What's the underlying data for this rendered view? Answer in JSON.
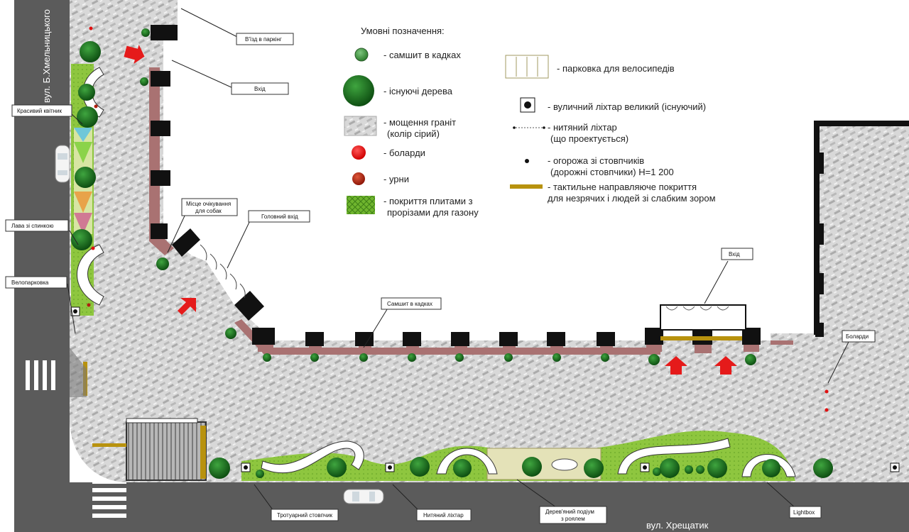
{
  "streets": {
    "left": "вул. Б.Хмельницького",
    "bottom": "вул. Хрещатик"
  },
  "legend": {
    "title": "Умовні позначення:",
    "items": [
      {
        "symbol": "boxwood",
        "label": "- самшит в кадках"
      },
      {
        "symbol": "tree",
        "label": "- існуючі дерева"
      },
      {
        "symbol": "granite",
        "label": "- мощення граніт",
        "label2": "(колір сірий)"
      },
      {
        "symbol": "bollard",
        "label": "- боларди"
      },
      {
        "symbol": "urn",
        "label": "- урни"
      },
      {
        "symbol": "grass-tiles",
        "label": "- покриття плитами з",
        "label2": "прорізами для газону"
      },
      {
        "symbol": "bike-parking",
        "label": "- парковка для велосипедів"
      },
      {
        "symbol": "street-lamp",
        "label": "- вуличний ліхтар великий (існуючий)"
      },
      {
        "symbol": "string-lamp",
        "label": "- нитяний ліхтар",
        "label2": "(що проектується)"
      },
      {
        "symbol": "post-fence",
        "label": "- огорожа зі стовпчиків",
        "label2": "(дорожні стовпчики) Н=1 200"
      },
      {
        "symbol": "tactile",
        "label": "- тактильне направляюче покриття",
        "label2": "для незрячих і людей зі слабким зором"
      }
    ]
  },
  "callouts": [
    {
      "id": "parking-entrance",
      "text": "В'їзд в паркінг"
    },
    {
      "id": "entrance-top",
      "text": "Вхід"
    },
    {
      "id": "flowerbed",
      "text": "Красивий квітник"
    },
    {
      "id": "dog-spot",
      "text": "Місце очікування",
      "text2": "для собак"
    },
    {
      "id": "main-entrance",
      "text": "Головний вхід"
    },
    {
      "id": "bench",
      "text": "Лава зі спинкою"
    },
    {
      "id": "bike-parking",
      "text": "Велопарковка"
    },
    {
      "id": "boxwood",
      "text": "Самшит в кадках"
    },
    {
      "id": "entrance-right",
      "text": "Вхід"
    },
    {
      "id": "bollards",
      "text": "Боларди"
    },
    {
      "id": "sidewalk-post",
      "text": "Тротуарний стовпчик"
    },
    {
      "id": "string-lamp",
      "text": "Нитяний ліхтар"
    },
    {
      "id": "wood-podium",
      "text": "Дерев'яний подіум",
      "text2": "з роялем"
    },
    {
      "id": "lightbox",
      "text": "Lightbox"
    }
  ],
  "colors": {
    "road": "#5a5a5a",
    "paving": "#d6d6d6",
    "tree": "#1d6b1d",
    "boxwood": "#2f8f2f",
    "bollard": "#e01010",
    "urn": "#b02010",
    "grass": "#7ec23a",
    "tactile": "#b8920e",
    "facade-pink": "#a97272",
    "arrow": "#e51a1a"
  }
}
